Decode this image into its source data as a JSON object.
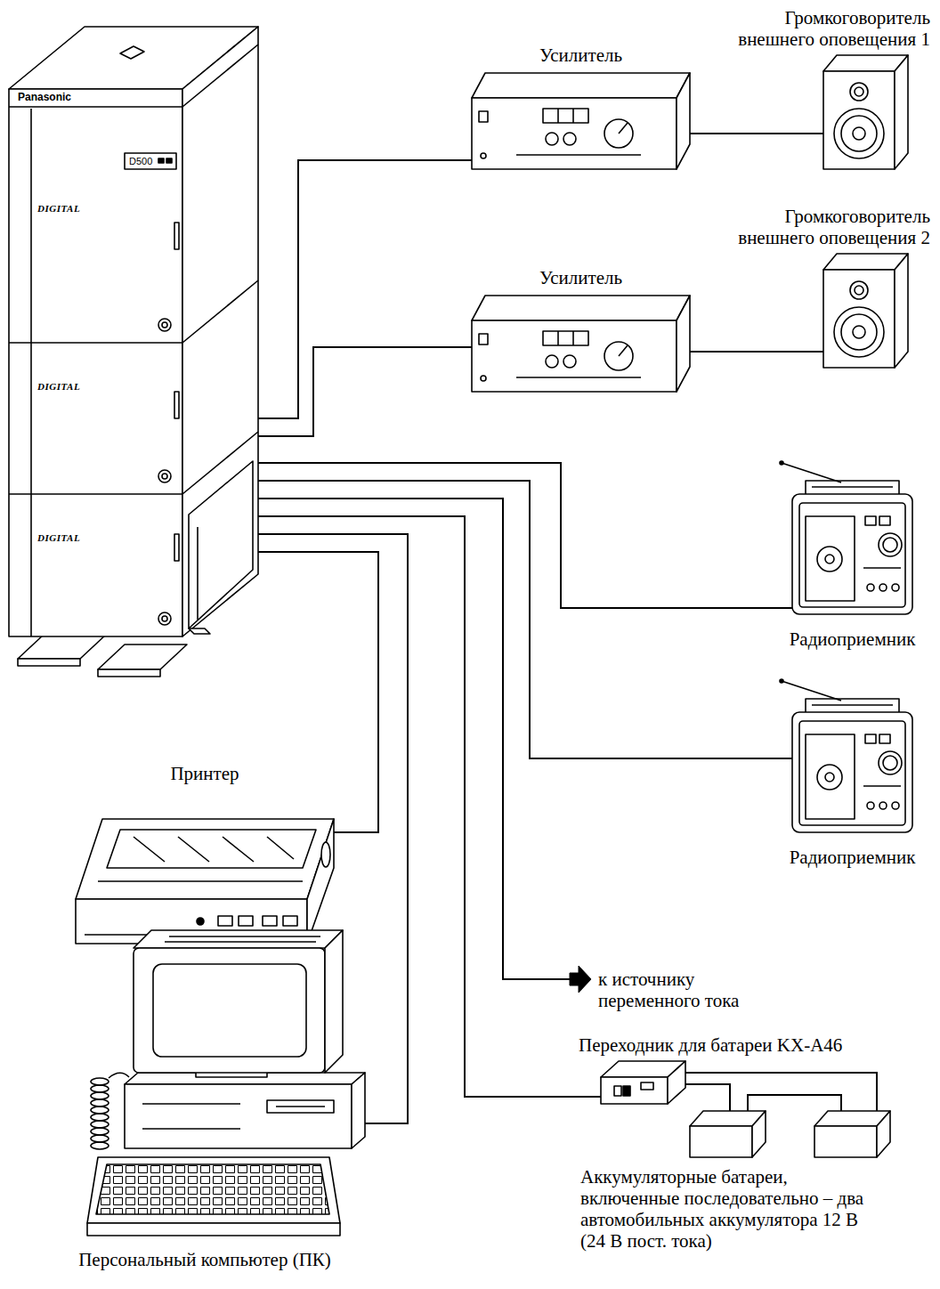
{
  "diagram": {
    "nodes": [
      {
        "text": [
          "Panasonic",
          "D500"
        ]
      },
      {
        "text": [
          "Усилитель"
        ]
      },
      {
        "text": [
          "Громкоговоритель внешнего оповещения 1"
        ]
      },
      {
        "text": [
          "Усилитель"
        ]
      },
      {
        "text": [
          "Громкоговоритель внешнего оповещения 2"
        ]
      },
      {
        "text": [
          "Радиоприемник"
        ]
      },
      {
        "text": [
          "Радиоприемник"
        ]
      },
      {
        "text": [
          "Принтер"
        ]
      },
      {
        "text": [
          "Персональный компьютер (ПК)"
        ]
      },
      {
        "text": [
          "Переходник для батареи KX-A46"
        ]
      },
      {
        "text": [
          "Аккумуляторные батареи, включенные последовательно – два автомобильных аккумулятора 12 В (24 В пост. тока)"
        ]
      }
    ],
    "edges": [
      {
        "from": 0,
        "to": 1,
        "arrow": "none"
      },
      {
        "from": 1,
        "to": 2,
        "arrow": "none"
      },
      {
        "from": 0,
        "to": 3,
        "arrow": "none"
      },
      {
        "from": 3,
        "to": 4,
        "arrow": "none"
      },
      {
        "from": 0,
        "to": 5,
        "arrow": "none"
      },
      {
        "from": 0,
        "to": 6,
        "arrow": "none"
      },
      {
        "from": 0,
        "to": 7,
        "arrow": "none"
      },
      {
        "from": 0,
        "to": 8,
        "arrow": "none"
      },
      {
        "from": 0,
        "to": 9,
        "arrow": "none"
      },
      {
        "from": 9,
        "to": 10,
        "arrow": "none"
      }
    ],
    "labels": [
      "DIGITAL",
      "DIGITAL",
      "DIGITAL",
      "к источнику переменного тока"
    ]
  }
}
